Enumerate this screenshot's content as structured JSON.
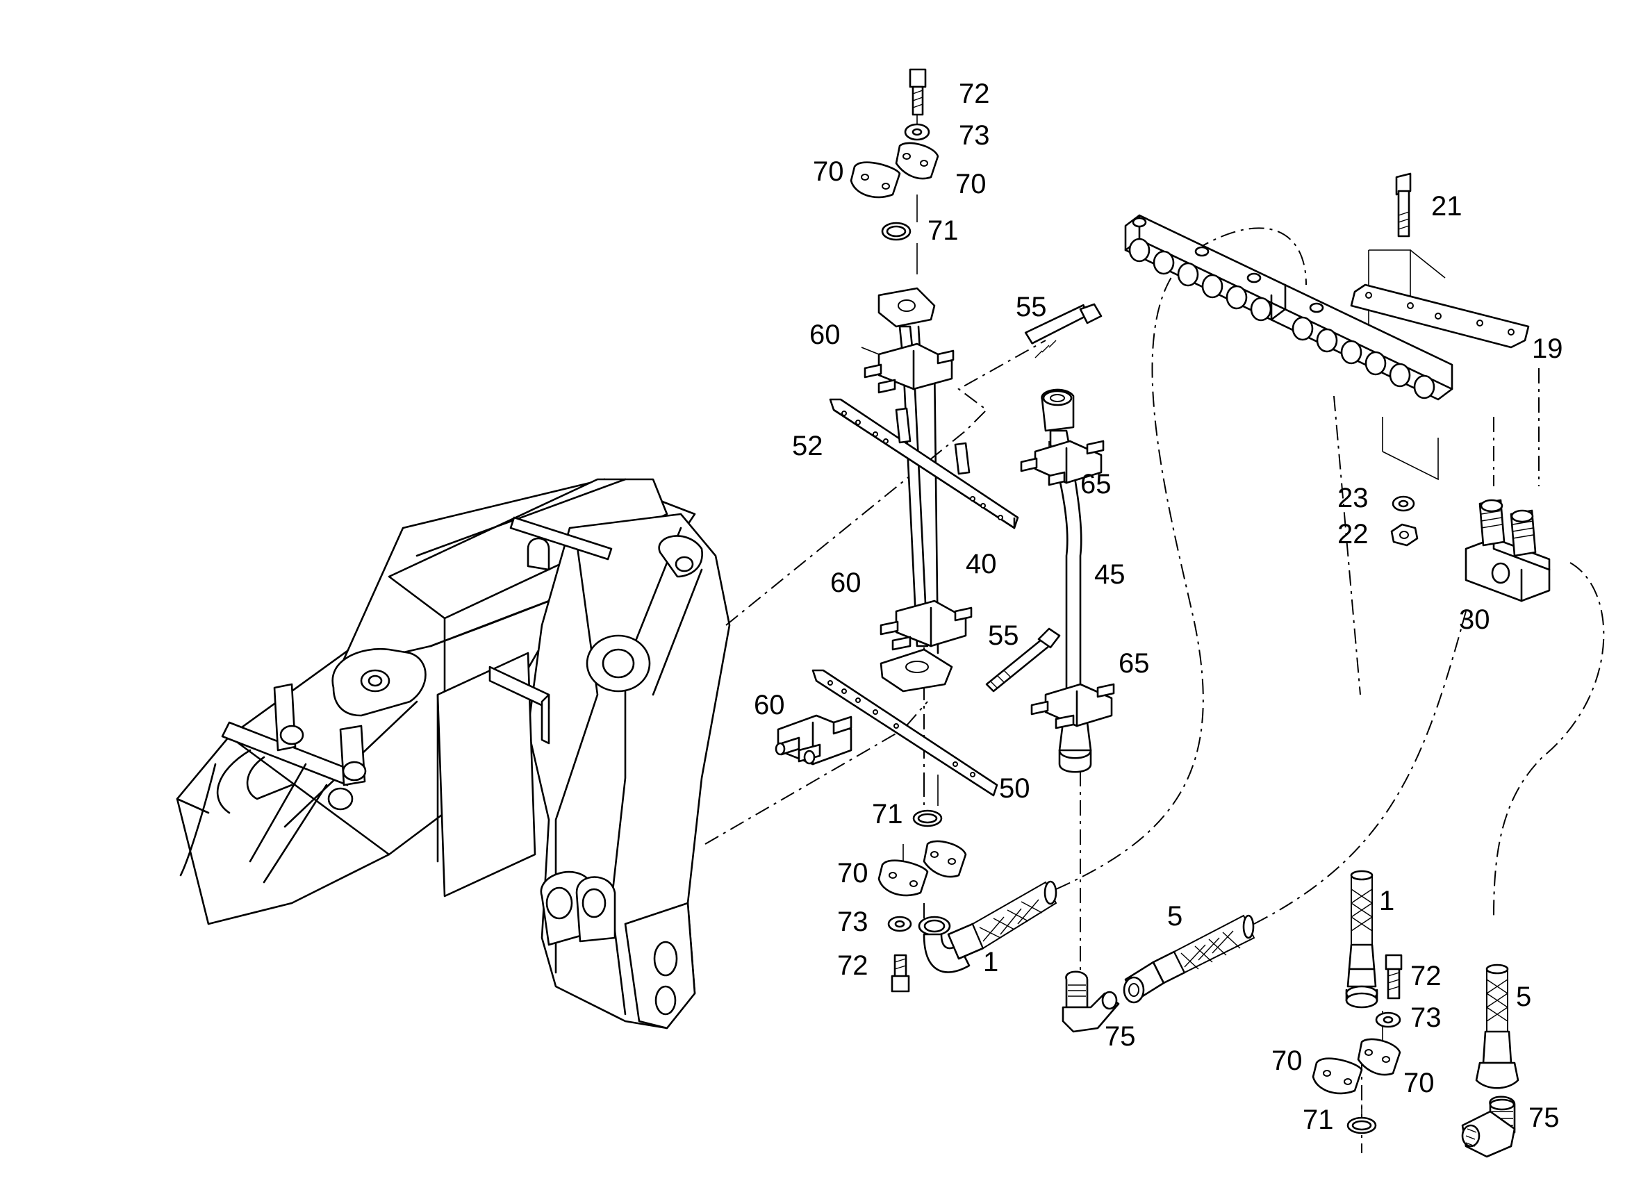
{
  "callouts": {
    "c72a": "72",
    "c73a": "73",
    "c70a": "70",
    "c70b": "70",
    "c71a": "71",
    "c55a": "55",
    "c60a": "60",
    "c52": "52",
    "c40": "40",
    "c60b": "60",
    "c55b": "55",
    "c60c": "60",
    "c50": "50",
    "c71b": "71",
    "c70c": "70",
    "c73b": "73",
    "c72b": "72",
    "c1a": "1",
    "c65a": "65",
    "c45": "45",
    "c65b": "65",
    "c75a": "75",
    "c5a": "5",
    "c21": "21",
    "c19": "19",
    "c23": "23",
    "c22": "22",
    "c30": "30",
    "c1b": "1",
    "c72c": "72",
    "c73c": "73",
    "c70d": "70",
    "c70e": "70",
    "c71c": "71",
    "c5b": "5",
    "c75b": "75"
  }
}
